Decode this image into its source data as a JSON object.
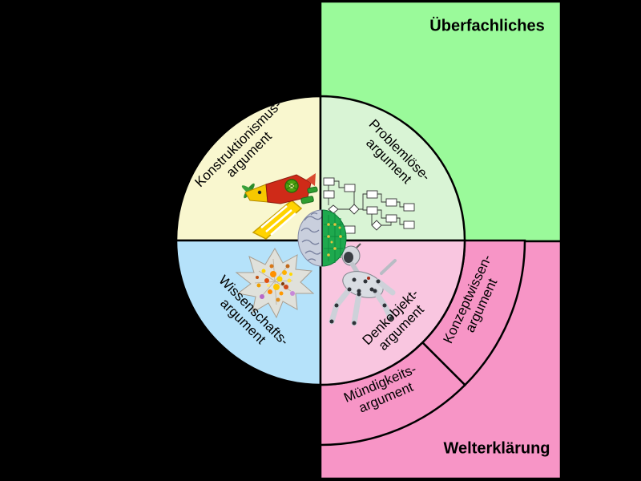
{
  "slide": {
    "background_color": "#000000",
    "line_color": "#000000",
    "outer_regions": {
      "top_right": {
        "label": "Überfachliches",
        "color": "#9afa9a"
      },
      "bottom_right": {
        "label": "Welterklärung",
        "color": "#f795c6"
      }
    },
    "wheel": {
      "quadrants": [
        {
          "name": "konstruktionismus",
          "line1": "Konstruktionismus-",
          "line2": "argument",
          "color": "#f9f7cf",
          "image": "lego-plane"
        },
        {
          "name": "problemloese",
          "line1": "Problemlöse-",
          "line2": "argument",
          "color": "#d9f4d5",
          "image": "flowchart"
        },
        {
          "name": "wissenschafts",
          "line1": "Wissenschafts-",
          "line2": "argument",
          "color": "#b5e2fa",
          "image": "molecule-cluster"
        },
        {
          "name": "denkobjekt",
          "line1": "Denkobjekt-",
          "line2": "argument",
          "color": "#f9c6e0",
          "image": "robot-dog"
        }
      ],
      "outer_ring": [
        {
          "name": "konzeptwissen",
          "line1": "Konzeptwissen-",
          "line2": "argument",
          "color": "#f795c6"
        },
        {
          "name": "muendigkeits",
          "line1": "Mündigkeits-",
          "line2": "argument",
          "color": "#f795c6"
        }
      ],
      "center_image": "brain-left-organic-right-circuit"
    }
  }
}
